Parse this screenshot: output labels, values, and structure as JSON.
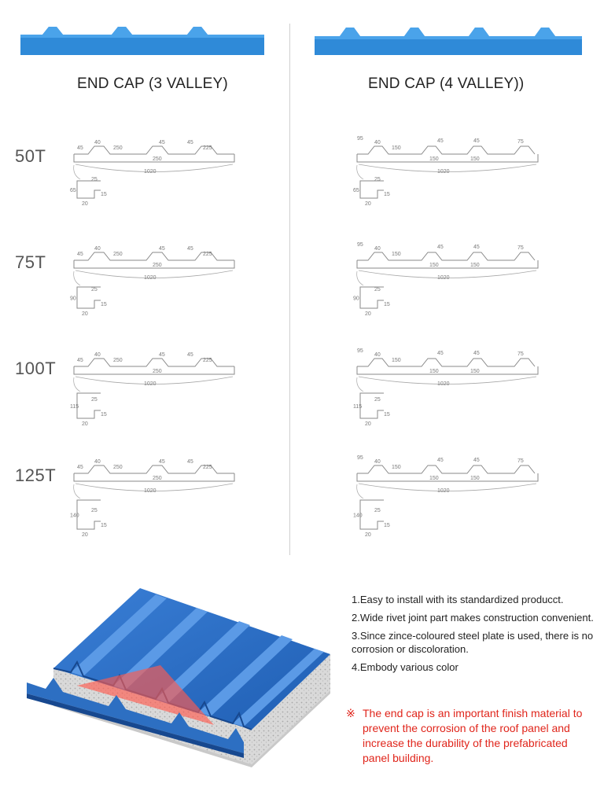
{
  "columns": [
    {
      "title": "END CAP (3 VALLEY)"
    },
    {
      "title": "END CAP (4 VALLEY))"
    }
  ],
  "rows": [
    {
      "label": "50T",
      "height": "65"
    },
    {
      "label": "75T",
      "height": "90"
    },
    {
      "label": "100T",
      "height": "115"
    },
    {
      "label": "125T",
      "height": "140"
    }
  ],
  "dims3": {
    "a": "45",
    "b": "40",
    "c": "250",
    "d": "250",
    "e": "45",
    "f": "45",
    "g": "225",
    "total": "1020"
  },
  "dims4": {
    "a": "95",
    "b": "40",
    "c": "150",
    "d": "45",
    "e": "45",
    "f": "150",
    "g": "150",
    "h": "75",
    "total": "1020"
  },
  "detail": {
    "lip": "25",
    "flange": "15",
    "base": "20"
  },
  "features": [
    "1.Easy to install with its standardized producct.",
    "2.Wide rivet joint part makes construction convenient.",
    "3.Since zince-coloured steel plate is used, there is no corrosion or discoloration.",
    "4.Embody various color"
  ],
  "note": {
    "mark": "※",
    "text": "The end cap is an important finish material to prevent the corrosion of the roof panel and increase the durability of the prefabricated panel building."
  },
  "colors": {
    "cap_blue": "#2f8ad8",
    "note_red": "#e0251b",
    "panel_blue": "#2d6fc2"
  }
}
